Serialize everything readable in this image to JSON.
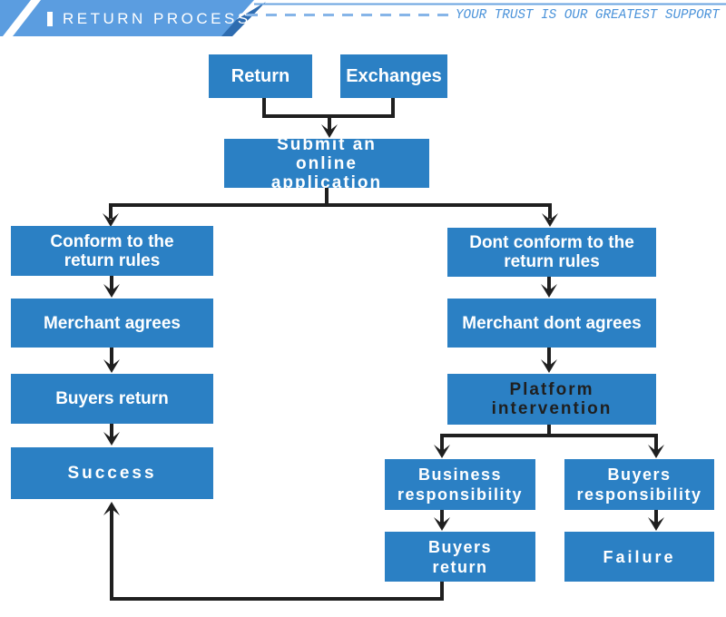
{
  "header": {
    "title": "RETURN PROCESS",
    "slogan": "YOUR TRUST IS OUR GREATEST SUPPORT",
    "colors": {
      "banner": "#5b9de0",
      "fold": "#2e6cb0",
      "accent": "#4b93da",
      "dash": "#86b5e8",
      "linetint": "#6aa4e0"
    }
  },
  "flow": {
    "colors": {
      "box": "#2b80c4",
      "line": "#1f1f1f"
    },
    "nodes": [
      {
        "id": "return",
        "label": "Return"
      },
      {
        "id": "exchanges",
        "label": "Exchanges"
      },
      {
        "id": "submit",
        "label": "Submit an online application"
      },
      {
        "id": "conform",
        "label": "Conform to the return rules"
      },
      {
        "id": "merchant-agrees",
        "label": "Merchant agrees"
      },
      {
        "id": "buyers-return-left",
        "label": "Buyers return"
      },
      {
        "id": "success",
        "label": "Success"
      },
      {
        "id": "dont-conform",
        "label": "Dont conform to the return rules"
      },
      {
        "id": "merchant-dont-agrees",
        "label": "Merchant dont agrees"
      },
      {
        "id": "platform-intervention",
        "label": "Platform intervention"
      },
      {
        "id": "business-responsibility",
        "label": "Business responsibility"
      },
      {
        "id": "buyers-responsibility",
        "label": "Buyers responsibility"
      },
      {
        "id": "buyers-return-right",
        "label": "Buyers return"
      },
      {
        "id": "failure",
        "label": "Failure"
      }
    ],
    "edges": [
      {
        "from": "return",
        "to": "submit"
      },
      {
        "from": "exchanges",
        "to": "submit"
      },
      {
        "from": "submit",
        "to": "conform"
      },
      {
        "from": "submit",
        "to": "dont-conform"
      },
      {
        "from": "conform",
        "to": "merchant-agrees"
      },
      {
        "from": "merchant-agrees",
        "to": "buyers-return-left"
      },
      {
        "from": "buyers-return-left",
        "to": "success"
      },
      {
        "from": "dont-conform",
        "to": "merchant-dont-agrees"
      },
      {
        "from": "merchant-dont-agrees",
        "to": "platform-intervention"
      },
      {
        "from": "platform-intervention",
        "to": "business-responsibility"
      },
      {
        "from": "platform-intervention",
        "to": "buyers-responsibility"
      },
      {
        "from": "business-responsibility",
        "to": "buyers-return-right"
      },
      {
        "from": "buyers-responsibility",
        "to": "failure"
      },
      {
        "from": "buyers-return-right",
        "to": "success"
      }
    ]
  }
}
